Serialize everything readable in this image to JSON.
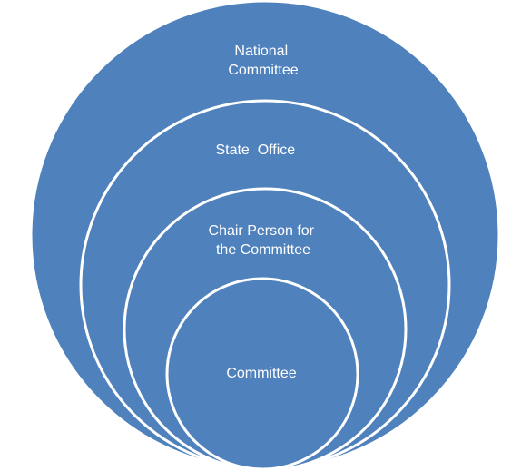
{
  "diagram": {
    "type": "nested-circles",
    "fill_color": "#4f81bd",
    "stroke_color": "#ffffff",
    "levels": [
      {
        "lines": [
          "National",
          "Committee"
        ]
      },
      {
        "lines": [
          "State  Office"
        ]
      },
      {
        "lines": [
          "Chair Person for",
          "the Committee"
        ]
      },
      {
        "lines": [
          "Committee"
        ]
      }
    ]
  }
}
